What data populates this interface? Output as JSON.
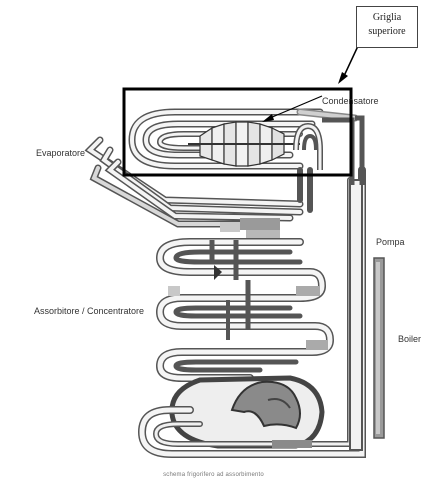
{
  "callout": {
    "line1": "Griglia",
    "line2": "superiore"
  },
  "labels": {
    "condensatore": "Condensatore",
    "evaporatore": "Evaporatore",
    "pompa": "Pompa",
    "assorbitore": "Assorbitore / Concentratore",
    "boiler": "Boiler"
  },
  "caption": "schema frigorifero ad assorbimento"
}
